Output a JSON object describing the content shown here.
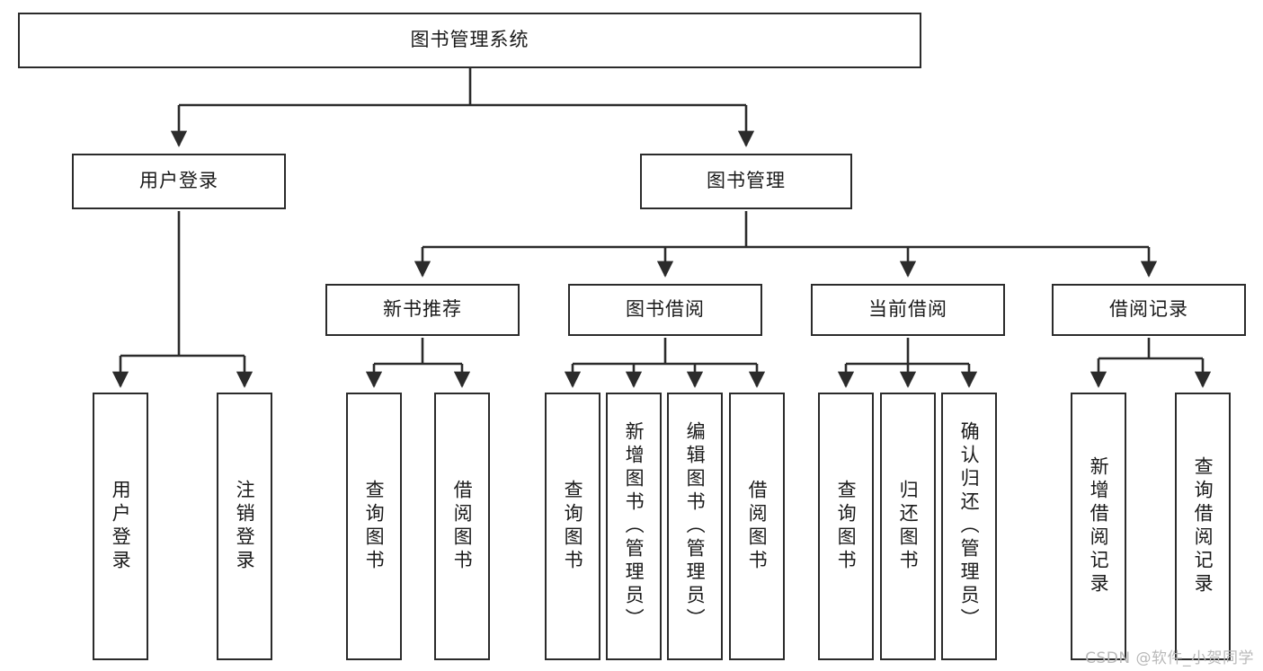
{
  "diagram": {
    "title": "图书管理系统",
    "type": "tree-hierarchy-diagram",
    "watermark": "CSDN @软件_小贺同学",
    "colors": {
      "stroke": "#2b2b2b",
      "fill": "#ffffff",
      "text": "#1a1a1a",
      "watermark": "#b9b9b9"
    },
    "levels": {
      "root": {
        "label": "图书管理系统"
      },
      "level2": [
        {
          "label": "用户登录"
        },
        {
          "label": "图书管理"
        }
      ],
      "level3": [
        {
          "label": "新书推荐"
        },
        {
          "label": "图书借阅"
        },
        {
          "label": "当前借阅"
        },
        {
          "label": "借阅记录"
        }
      ],
      "leaves": {
        "user_login": [
          {
            "label": "用户登录"
          },
          {
            "label": "注销登录"
          }
        ],
        "new_book": [
          {
            "label": "查询图书"
          },
          {
            "label": "借阅图书"
          }
        ],
        "book_borrow": [
          {
            "label": "查询图书"
          },
          {
            "label": "新增图书（管理员）"
          },
          {
            "label": "编辑图书（管理员）"
          },
          {
            "label": "借阅图书"
          }
        ],
        "current_borrow": [
          {
            "label": "查询图书"
          },
          {
            "label": "归还图书"
          },
          {
            "label": "确认归还（管理员）"
          }
        ],
        "borrow_record": [
          {
            "label": "新增借阅记录"
          },
          {
            "label": "查询借阅记录"
          }
        ]
      }
    }
  }
}
